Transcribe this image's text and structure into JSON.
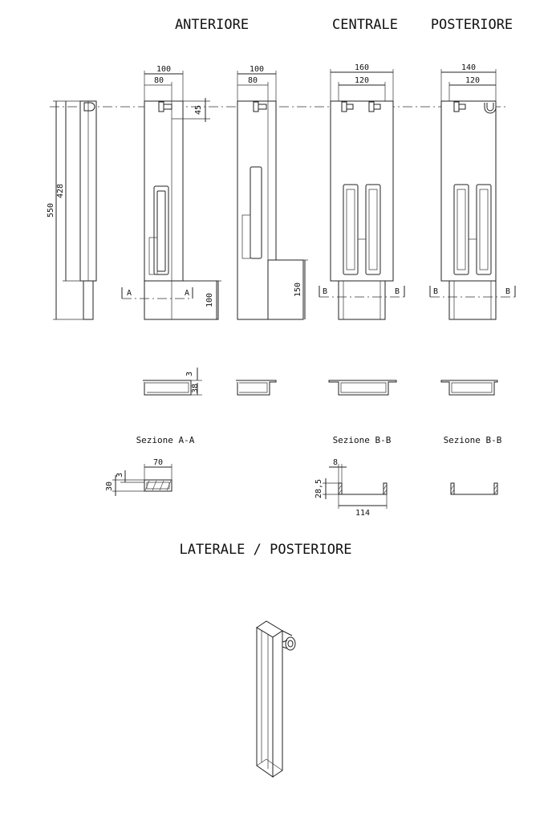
{
  "headings": {
    "front": "ANTERIORE",
    "center": "CENTRALE",
    "rear": "POSTERIORE",
    "side_rear": "LATERALE / POSTERIORE"
  },
  "dimensions": {
    "total_height": "550",
    "body_height": "428",
    "width_front": "100",
    "inner_front": "80",
    "width_front2": "100",
    "inner_front2": "80",
    "width_center": "160",
    "inner_center": "120",
    "width_rear": "140",
    "inner_rear": "120",
    "pin_offset": "45",
    "foot_front": "100",
    "foot_front2": "150",
    "thickness": "3",
    "depth": "38",
    "sec_width": "70",
    "sec_height": "30",
    "sec_thick": "3",
    "b_flange": "8",
    "b_height": "28,5",
    "b_width": "114"
  },
  "section_marks": {
    "a": "A",
    "b": "B"
  },
  "captions": {
    "section_a": "Sezione A-A",
    "section_b_center": "Sezione B-B",
    "section_b_rear": "Sezione B-B"
  }
}
